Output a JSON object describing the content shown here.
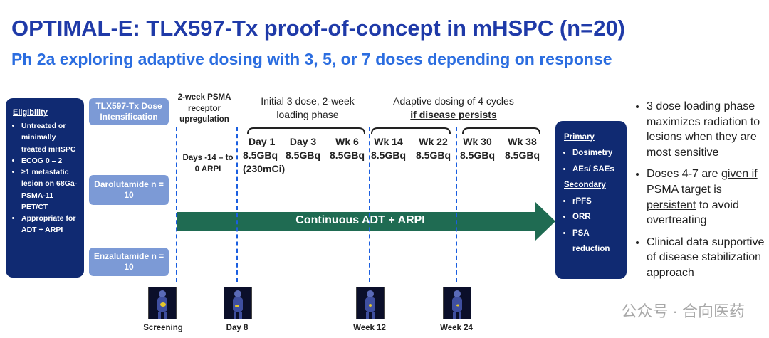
{
  "title": "OPTIMAL-E: TLX597-Tx proof-of-concept in mHSPC (n=20)",
  "subtitle": "Ph 2a exploring adaptive dosing with 3, 5, or 7 doses depending on response",
  "eligibility": {
    "heading": "Eligibility",
    "items": [
      "Untreated or minimally treated mHSPC",
      "ECOG 0 – 2",
      "≥1 metastatic lesion on 68Ga-PSMA-11 PET/CT",
      "Appropriate for ADT + ARPI"
    ]
  },
  "arms": {
    "intensification": "TLX597-Tx Dose Intensification",
    "darolutamide": "Darolutamide n = 10",
    "enzalutamide": "Enzalutamide n = 10"
  },
  "phases": {
    "upregulation": "2-week PSMA receptor upregulation",
    "upregulation_days": "Days -14 – to 0 ARPI",
    "loading": "Initial 3 dose, 2-week loading phase",
    "adaptive": "Adaptive dosing of 4 cycles",
    "adaptive_condition": "if disease persists"
  },
  "doses": [
    {
      "day": "Day 1",
      "amount": "8.5GBq",
      "extra": "(230mCi)"
    },
    {
      "day": "Day 3",
      "amount": "8.5GBq",
      "extra": ""
    },
    {
      "day": "Wk 6",
      "amount": "8.5GBq",
      "extra": ""
    },
    {
      "day": "Wk 14",
      "amount": "8.5GBq",
      "extra": ""
    },
    {
      "day": "Wk 22",
      "amount": "8.5GBq",
      "extra": ""
    },
    {
      "day": "Wk 30",
      "amount": "8.5GBq",
      "extra": ""
    },
    {
      "day": "Wk 38",
      "amount": "8.5GBq",
      "extra": ""
    }
  ],
  "arrow_label": "Continuous ADT + ARPI",
  "endpoints": {
    "primary_heading": "Primary",
    "primary": [
      "Dosimetry",
      "AEs/ SAEs"
    ],
    "secondary_heading": "Secondary",
    "secondary": [
      "rPFS",
      "ORR",
      "PSA reduction"
    ]
  },
  "bullets": {
    "b1": "3 dose loading phase maximizes radiation to lesions when they are most sensitive",
    "b2_pre": "Doses 4-7 are ",
    "b2_u": "given if PSMA target is persistent",
    "b2_post": " to avoid overtreating",
    "b3": "Clinical data supportive of disease stabilization approach"
  },
  "timepoints": [
    "Screening",
    "Day 8",
    "Week 12",
    "Week 24"
  ],
  "watermark": "公众号 · 合向医药",
  "colors": {
    "title": "#1f3aa8",
    "subtitle": "#2b6de0",
    "navy": "#102a72",
    "arm": "#7c9ad6",
    "arrow": "#1f6b52",
    "dash": "#1a5ee0"
  }
}
